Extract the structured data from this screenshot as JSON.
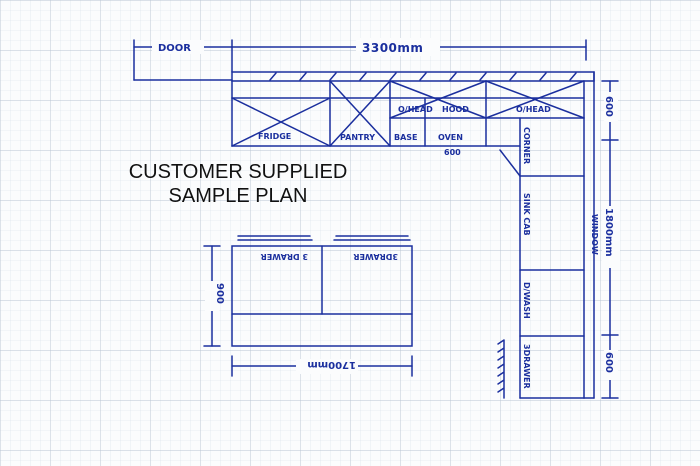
{
  "caption": {
    "line1": "CUSTOMER SUPPLIED",
    "line2": "SAMPLE PLAN"
  },
  "colors": {
    "ink": "#1b2f9e",
    "grid": "#c9d3df",
    "paper": "#fbfcfd",
    "caption": "#111111"
  },
  "dimensions": {
    "door": "DOOR",
    "total_width": "3300mm",
    "top_depth": "600",
    "window_run": "1800mm",
    "window": "WINDOW",
    "bottom_depth": "600",
    "island_depth": "900",
    "island_length": "1700mm"
  },
  "cabinets": {
    "fridge": "FRIDGE",
    "pantry": "PANTRY",
    "base": "BASE",
    "oven": "OVEN",
    "oven_size": "600",
    "overhead_left": "O/HEAD",
    "hood": "HOOD",
    "overhead_right": "O/HEAD",
    "corner": "CORNER",
    "sink_cab": "SINK CAB",
    "dishwasher": "D/WASH",
    "three_drawer_side": "3DRAWER"
  },
  "island": {
    "drawer_left": "3 DRAWER",
    "drawer_right": "3DRAWER"
  }
}
